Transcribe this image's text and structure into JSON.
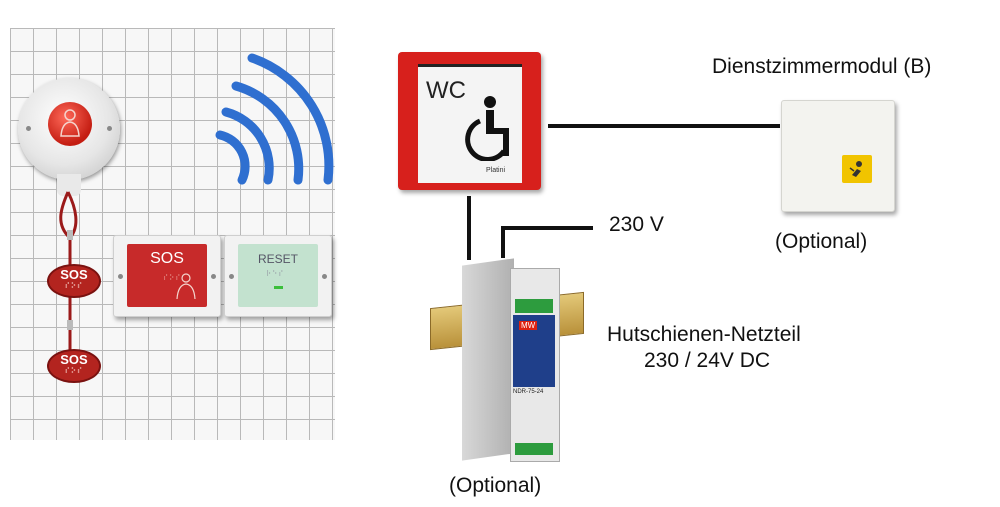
{
  "labels": {
    "dienstzimmer_title": "Dienstzimmermodul (B)",
    "dienstzimmer_optional": "(Optional)",
    "voltage": "230 V",
    "psu_title_line1": "Hutschienen-Netzteil",
    "psu_title_line2": "230 / 24V DC",
    "psu_optional": "(Optional)"
  },
  "devices": {
    "wc_text": "WC",
    "wc_brand": "Platini",
    "sos_button_text": "SOS",
    "reset_button_text": "RESET",
    "pull_tag_1": "SOS",
    "pull_tag_2": "SOS",
    "psu_model": "NDR-75-24",
    "psu_brand": "MW"
  },
  "colors": {
    "wc_frame_red": "#d7201c",
    "sos_red": "#c72a2a",
    "reset_green": "#bfe0cc",
    "wireless_blue": "#2f6fd0",
    "din_rail": "#c9a64a",
    "psu_blue": "#1f3f8a"
  }
}
